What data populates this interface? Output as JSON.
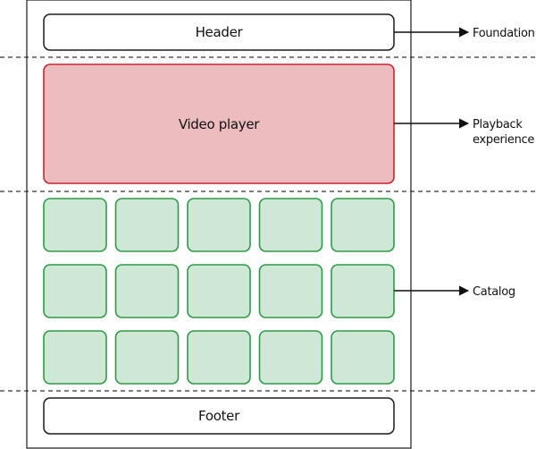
{
  "diagram": {
    "header": {
      "label": "Header"
    },
    "video_player": {
      "label": "Video player"
    },
    "catalog": {
      "rows": 3,
      "columns": 5
    },
    "footer": {
      "label": "Footer"
    },
    "annotations": {
      "foundation": "Foundation",
      "playback_line1": "Playback",
      "playback_line2": "experience",
      "catalog": "Catalog"
    },
    "colors": {
      "outline": "#1a1a1a",
      "video_fill": "#ecbcbf",
      "video_stroke": "#c8242f",
      "tile_fill": "#cfe8d6",
      "tile_stroke": "#2e9a47",
      "divider": "#333333"
    }
  }
}
